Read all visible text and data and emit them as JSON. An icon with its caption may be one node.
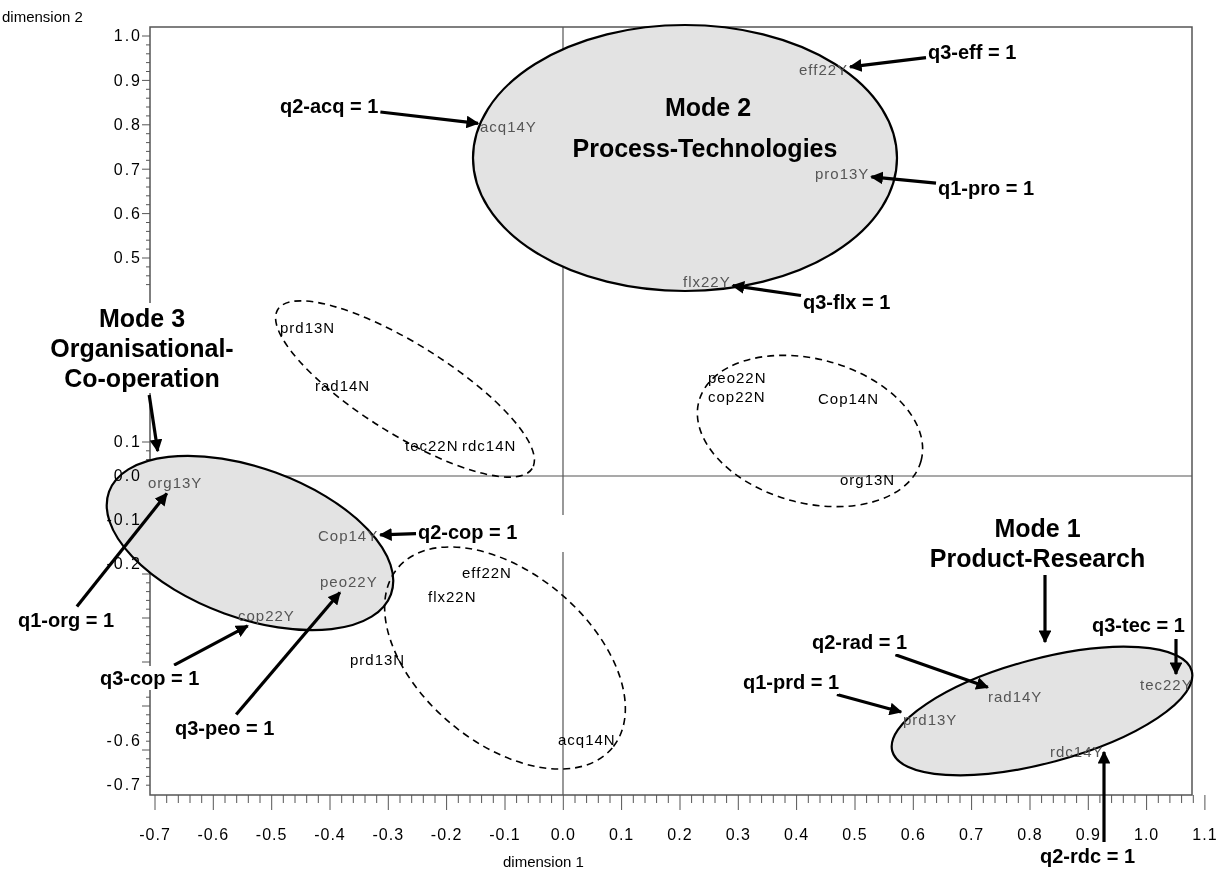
{
  "diagram": {
    "nodes": [
      {
        "text": [
          "Mode 2",
          "Process-Technologies"
        ]
      },
      {
        "text": [
          "q3-eff = 1"
        ]
      },
      {
        "text": [
          "eff22Y"
        ],
        "in": 0
      },
      {
        "text": [
          "q2-acq = 1"
        ]
      },
      {
        "text": [
          "acq14Y"
        ],
        "in": 0
      },
      {
        "text": [
          "pro13Y"
        ],
        "in": 0
      },
      {
        "text": [
          "q1-pro = 1"
        ]
      },
      {
        "text": [
          "flx22Y"
        ],
        "in": 0
      },
      {
        "text": [
          "q3-flx = 1"
        ]
      },
      {
        "text": [
          "Mode 3",
          "Organisational- Co-operation"
        ]
      },
      {
        "text": [],
        "shape": "ellipse"
      },
      {
        "text": [
          "prd13N"
        ],
        "in": 10
      },
      {
        "text": [
          "rad14N"
        ],
        "in": 10
      },
      {
        "text": [
          "tec22N"
        ],
        "in": 10
      },
      {
        "text": [
          "rdc14N"
        ],
        "in": 10
      },
      {
        "text": [],
        "shape": "ellipse"
      },
      {
        "text": [
          "peo22N"
        ],
        "in": 15
      },
      {
        "text": [
          "cop22N"
        ],
        "in": 15
      },
      {
        "text": [
          "Cop14N"
        ],
        "in": 15
      },
      {
        "text": [
          "org13N"
        ],
        "in": 15
      },
      {
        "text": [],
        "shape": "ellipse"
      },
      {
        "text": [
          "org13Y"
        ],
        "in": 20
      },
      {
        "text": [
          "Cop14Y"
        ],
        "in": 20
      },
      {
        "text": [
          "peo22Y"
        ],
        "in": 20
      },
      {
        "text": [
          "cop22Y"
        ],
        "in": 20
      },
      {
        "text": [
          "q2-cop = 1"
        ]
      },
      {
        "text": [
          "q1-org = 1"
        ]
      },
      {
        "text": [
          "q3-cop = 1"
        ]
      },
      {
        "text": [
          "q3-peo = 1"
        ]
      },
      {
        "text": [],
        "shape": "ellipse"
      },
      {
        "text": [
          "eff22N"
        ],
        "in": 29
      },
      {
        "text": [
          "flx22N"
        ],
        "in": 29
      },
      {
        "text": [
          "prd13N"
        ]
      },
      {
        "text": [
          "acq14N"
        ],
        "in": 29
      },
      {
        "text": [
          "Mode 1",
          "Product-Research"
        ]
      },
      {
        "text": [],
        "shape": "ellipse"
      },
      {
        "text": [
          "rad14Y"
        ],
        "in": 35
      },
      {
        "text": [
          "prd13Y"
        ],
        "in": 35
      },
      {
        "text": [
          "tec22Y"
        ],
        "in": 35
      },
      {
        "text": [
          "rdc14Y"
        ],
        "in": 35
      },
      {
        "text": [
          "q2-rad = 1"
        ]
      },
      {
        "text": [
          "q1-prd = 1"
        ]
      },
      {
        "text": [
          "q3-tec = 1"
        ]
      },
      {
        "text": [
          "q2-rdc = 1"
        ]
      }
    ],
    "edges": [
      {
        "from": 1,
        "to": 2,
        "arrow": "to"
      },
      {
        "from": 3,
        "to": 4,
        "arrow": "to"
      },
      {
        "from": 6,
        "to": 5,
        "arrow": "to"
      },
      {
        "from": 8,
        "to": 7,
        "arrow": "to"
      },
      {
        "from": 9,
        "to": 20,
        "arrow": "to"
      },
      {
        "from": 25,
        "to": 22,
        "arrow": "to"
      },
      {
        "from": 26,
        "to": 21,
        "arrow": "to"
      },
      {
        "from": 27,
        "to": 24,
        "arrow": "to"
      },
      {
        "from": 28,
        "to": 23,
        "arrow": "to"
      },
      {
        "from": 34,
        "to": 35,
        "arrow": "to"
      },
      {
        "from": 40,
        "to": 36,
        "arrow": "to"
      },
      {
        "from": 41,
        "to": 37,
        "arrow": "to"
      },
      {
        "from": 42,
        "to": 38,
        "arrow": "to"
      },
      {
        "from": 43,
        "to": 39,
        "arrow": "to"
      }
    ],
    "labels": [
      "dimension 2",
      "1.0",
      "0.9",
      "0.8",
      "0.7",
      "0.6",
      "0.5",
      "0.1",
      "0.0",
      "-0.1",
      "-0.2",
      "-0.6",
      "-0.7",
      "-0.7",
      "-0.6",
      "-0.5",
      "-0.4",
      "-0.3",
      "-0.2",
      "-0.1",
      "0.0",
      "0.1",
      "0.2",
      "0.3",
      "0.4",
      "0.5",
      "0.6",
      "0.7",
      "0.8",
      "0.9",
      "1.0",
      "1.1",
      "dimension 1"
    ]
  }
}
